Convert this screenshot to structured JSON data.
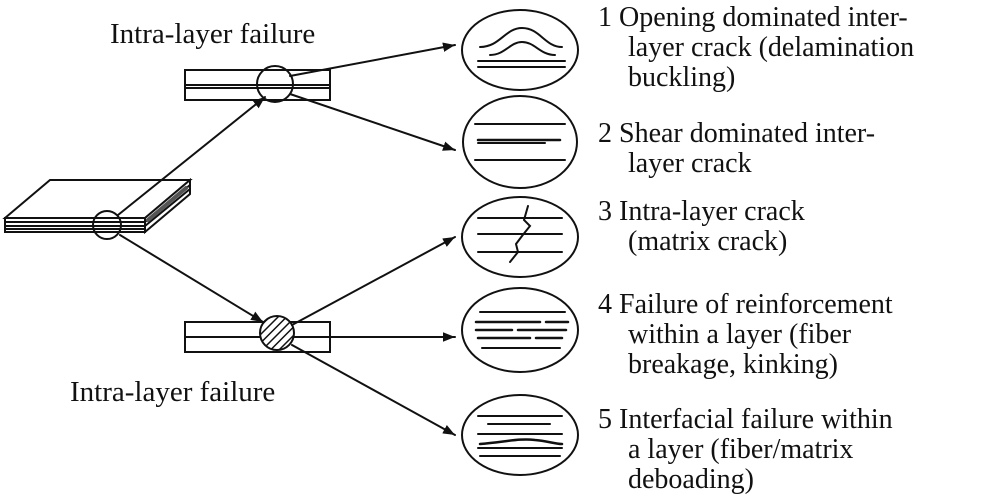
{
  "labels": {
    "top_failure": "Intra-layer failure",
    "bottom_failure": "Intra-layer failure"
  },
  "modes": [
    {
      "lines": [
        "1 Opening dominated inter-",
        "layer crack (delamination",
        "buckling)"
      ]
    },
    {
      "lines": [
        "2 Shear dominated inter-",
        "layer crack"
      ]
    },
    {
      "lines": [
        "3 Intra-layer crack",
        "(matrix crack)"
      ]
    },
    {
      "lines": [
        "4 Failure of reinforcement",
        "within a layer (fiber",
        "breakage, kinking)"
      ]
    },
    {
      "lines": [
        "5 Interfacial failure within",
        "a layer (fiber/matrix",
        "deboading)"
      ]
    }
  ]
}
